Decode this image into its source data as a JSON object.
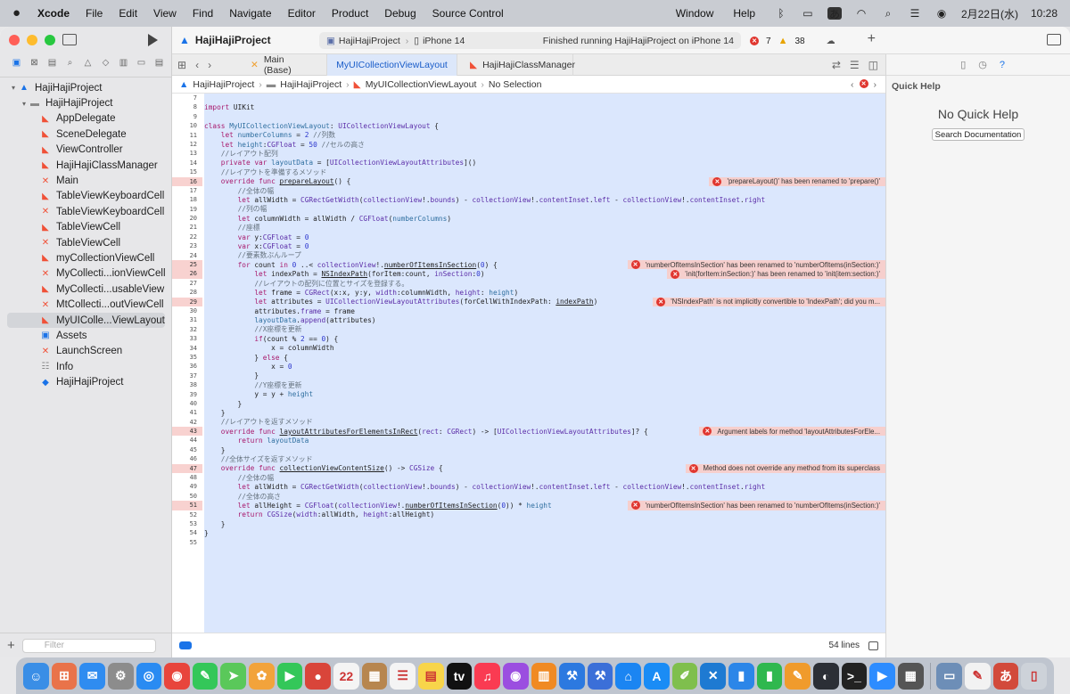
{
  "menubar": {
    "app": "Xcode",
    "items": [
      "File",
      "Edit",
      "View",
      "Find",
      "Navigate",
      "Editor",
      "Product",
      "Debug",
      "Source Control"
    ],
    "window": "Window",
    "help": "Help",
    "input_source": "あ",
    "date": "2月22日(水)",
    "time": "10:28"
  },
  "toolbar": {
    "project": "HajiHajiProject",
    "scheme": "HajiHajiProject",
    "device": "iPhone 14",
    "status": "Finished running HajiHajiProject on iPhone 14",
    "errors": "7",
    "warnings": "38"
  },
  "sidebar": {
    "items": [
      {
        "label": "HajiHajiProject",
        "icon": "app-icon",
        "level": 0,
        "disc": "▾"
      },
      {
        "label": "HajiHajiProject",
        "icon": "folder-icon",
        "level": 1,
        "disc": "▾"
      },
      {
        "label": "AppDelegate",
        "icon": "swift-icon",
        "level": 2
      },
      {
        "label": "SceneDelegate",
        "icon": "swift-icon",
        "level": 2
      },
      {
        "label": "ViewController",
        "icon": "swift-icon",
        "level": 2
      },
      {
        "label": "HajiHajiClassManager",
        "icon": "swift-icon",
        "level": 2
      },
      {
        "label": "Main",
        "icon": "storyboard-icon",
        "level": 2
      },
      {
        "label": "TableViewKeyboardCell",
        "icon": "swift-icon",
        "level": 2
      },
      {
        "label": "TableViewKeyboardCell",
        "icon": "storyboard-icon",
        "level": 2
      },
      {
        "label": "TableViewCell",
        "icon": "swift-icon",
        "level": 2
      },
      {
        "label": "TableViewCell",
        "icon": "storyboard-icon",
        "level": 2
      },
      {
        "label": "myCollectionViewCell",
        "icon": "swift-icon",
        "level": 2
      },
      {
        "label": "MyCollecti...ionViewCell",
        "icon": "storyboard-icon",
        "level": 2
      },
      {
        "label": "MyCollecti...usableView",
        "icon": "swift-icon",
        "level": 2
      },
      {
        "label": "MtCollecti...outViewCell",
        "icon": "storyboard-icon",
        "level": 2
      },
      {
        "label": "MyUIColle...ViewLayout",
        "icon": "swift-icon",
        "level": 2,
        "selected": true
      },
      {
        "label": "Assets",
        "icon": "assets-icon",
        "level": 2
      },
      {
        "label": "LaunchScreen",
        "icon": "storyboard-icon",
        "level": 2
      },
      {
        "label": "Info",
        "icon": "plist-icon",
        "level": 2
      },
      {
        "label": "HajiHajiProject",
        "icon": "target-icon",
        "level": 2
      }
    ],
    "filter_placeholder": "Filter"
  },
  "tabs": [
    {
      "label": "Main (Base)",
      "icon": "storyboard-icon"
    },
    {
      "label": "MyUICollectionViewLayout",
      "icon": "swift-icon",
      "active": true
    },
    {
      "label": "HajiHajiClassManager",
      "icon": "swift-icon"
    }
  ],
  "breadcrumb": [
    "HajiHajiProject",
    "HajiHajiProject",
    "MyUICollectionViewLayout",
    "No Selection"
  ],
  "editor": {
    "lines": [
      {
        "n": "7",
        "html": ""
      },
      {
        "n": "8",
        "html": "<span class='kw'>import</span> UIKit"
      },
      {
        "n": "9",
        "html": ""
      },
      {
        "n": "10",
        "html": "<span class='kw'>class</span> <span class='fn'>MyUICollectionViewLayout</span>: <span class='ty'>UICollectionViewLayout</span> {"
      },
      {
        "n": "11",
        "html": "    <span class='kw'>let</span> <span class='fn'>numberColumns</span> = <span class='num'>2</span> <span class='cm'>//列数</span>"
      },
      {
        "n": "12",
        "html": "    <span class='kw'>let</span> <span class='fn'>height</span>:<span class='ty'>CGFloat</span> = <span class='num'>50</span> <span class='cm'>//セルの高さ</span>"
      },
      {
        "n": "13",
        "html": "    <span class='cm'>//レイアウト配列</span>"
      },
      {
        "n": "14",
        "html": "    <span class='kw'>private var</span> <span class='fn'>layoutData</span> = [<span class='ty'>UICollectionViewLayoutAttributes</span>]()"
      },
      {
        "n": "15",
        "html": "    <span class='cm'>//レイアウトを準備するメソッド</span>"
      },
      {
        "n": "16",
        "html": "    <span class='kw'>override func</span> <u>prepareLayout</u>() {",
        "err": "'prepareLayout()' has been renamed to 'prepare()'"
      },
      {
        "n": "17",
        "html": "        <span class='cm'>//全体の幅</span>"
      },
      {
        "n": "18",
        "html": "        <span class='kw'>let</span> allWidth = <span class='ty'>CGRectGetWidth</span>(<span class='ty'>collectionView</span>!.<span class='ty'>bounds</span>) - <span class='ty'>collectionView</span>!.<span class='ty'>contentInset</span>.<span class='ty'>left</span> - <span class='ty'>collectionView</span>!.<span class='ty'>contentInset</span>.<span class='ty'>right</span>"
      },
      {
        "n": "19",
        "html": "        <span class='cm'>//列の幅</span>"
      },
      {
        "n": "20",
        "html": "        <span class='kw'>let</span> columnWidth = allWidth / <span class='ty'>CGFloat</span>(<span class='fn'>numberColumns</span>)"
      },
      {
        "n": "21",
        "html": "        <span class='cm'>//座標</span>"
      },
      {
        "n": "22",
        "html": "        <span class='kw'>var</span> y:<span class='ty'>CGFloat</span> = <span class='num'>0</span>"
      },
      {
        "n": "23",
        "html": "        <span class='kw'>var</span> x:<span class='ty'>CGFloat</span> = <span class='num'>0</span>"
      },
      {
        "n": "24",
        "html": "        <span class='cm'>//要素数ぶんループ</span>"
      },
      {
        "n": "25",
        "html": "        <span class='kw'>for</span> count <span class='kw'>in</span> <span class='num'>0</span> ..&lt; <span class='ty'>collectionView</span>!.<u>numberOfItemsInSection</u>(<span class='num'>0</span>) {",
        "err": "'numberOfItemsInSection' has been renamed to 'numberOfItems(inSection:)'"
      },
      {
        "n": "26",
        "html": "            <span class='kw'>let</span> indexPath = <u>NSIndexPath</u>(forItem:count, <span class='ty'>inSection</span>:<span class='num'>0</span>)",
        "err": "'init(forItem:inSection:)' has been renamed to 'init(item:section:)'"
      },
      {
        "n": "27",
        "html": "            <span class='cm'>//レイアウトの配列に位置とサイズを登録する。</span>"
      },
      {
        "n": "28",
        "html": "            <span class='kw'>let</span> frame = <span class='ty'>CGRect</span>(x:x, y:y, <span class='ty'>width</span>:columnWidth, <span class='ty'>height</span>: <span class='fn'>height</span>)"
      },
      {
        "n": "29",
        "html": "            <span class='kw'>let</span> attributes = <span class='ty'>UICollectionViewLayoutAttributes</span>(forCellWithIndexPath: <u>indexPath</u>)",
        "err": "'NSIndexPath' is not implicitly convertible to 'IndexPath'; did you m..."
      },
      {
        "n": "30",
        "html": "            attributes.<span class='ty'>frame</span> = frame"
      },
      {
        "n": "31",
        "html": "            <span class='fn'>layoutData</span>.<span class='ty'>append</span>(attributes)"
      },
      {
        "n": "32",
        "html": "            <span class='cm'>//X座標を更新</span>"
      },
      {
        "n": "33",
        "html": "            <span class='kw'>if</span>(count % <span class='num'>2</span> == <span class='num'>0</span>) {"
      },
      {
        "n": "34",
        "html": "                x = columnWidth"
      },
      {
        "n": "35",
        "html": "            } <span class='kw'>else</span> {"
      },
      {
        "n": "36",
        "html": "                x = <span class='num'>0</span>"
      },
      {
        "n": "37",
        "html": "            }"
      },
      {
        "n": "38",
        "html": "            <span class='cm'>//Y座標を更新</span>"
      },
      {
        "n": "39",
        "html": "            y = y + <span class='fn'>height</span>"
      },
      {
        "n": "40",
        "html": "        }"
      },
      {
        "n": "41",
        "html": "    }"
      },
      {
        "n": "42",
        "html": "    <span class='cm'>//レイアウトを返すメソッド</span>"
      },
      {
        "n": "43",
        "html": "    <span class='kw'>override func</span> <u>layoutAttributesForElementsInRect</u>(<span class='ty'>rect</span>: <span class='ty'>CGRect</span>) -&gt; [<span class='ty'>UICollectionViewLayoutAttributes</span>]? {",
        "err": "Argument labels for method 'layoutAttributesForEle..."
      },
      {
        "n": "44",
        "html": "        <span class='kw'>return</span> <span class='fn'>layoutData</span>"
      },
      {
        "n": "45",
        "html": "    }"
      },
      {
        "n": "46",
        "html": "    <span class='cm'>//全体サイズを返すメソッド</span>"
      },
      {
        "n": "47",
        "html": "    <span class='kw'>override func</span> <u>collectionViewContentSize</u>() -&gt; <span class='ty'>CGSize</span> {",
        "err": "Method does not override any method from its superclass"
      },
      {
        "n": "48",
        "html": "        <span class='cm'>//全体の幅</span>"
      },
      {
        "n": "49",
        "html": "        <span class='kw'>let</span> allWidth = <span class='ty'>CGRectGetWidth</span>(<span class='ty'>collectionView</span>!.<span class='ty'>bounds</span>) - <span class='ty'>collectionView</span>!.<span class='ty'>contentInset</span>.<span class='ty'>left</span> - <span class='ty'>collectionView</span>!.<span class='ty'>contentInset</span>.<span class='ty'>right</span>"
      },
      {
        "n": "50",
        "html": "        <span class='cm'>//全体の高さ</span>"
      },
      {
        "n": "51",
        "html": "        <span class='kw'>let</span> allHeight = <span class='ty'>CGFloat</span>(<span class='ty'>collectionView</span>!.<u>numberOfItemsInSection</u>(<span class='num'>0</span>)) * <span class='fn'>height</span>",
        "err": "'numberOfItemsInSection' has been renamed to 'numberOfItems(inSection:)'"
      },
      {
        "n": "52",
        "html": "        <span class='kw'>return</span> <span class='ty'>CGSize</span>(<span class='ty'>width</span>:allWidth, <span class='ty'>height</span>:allHeight)"
      },
      {
        "n": "53",
        "html": "    }"
      },
      {
        "n": "54",
        "html": "}"
      },
      {
        "n": "55",
        "html": ""
      }
    ],
    "line_count": "54 lines"
  },
  "inspector": {
    "title": "Quick Help",
    "empty": "No Quick Help",
    "search_button": "Search Documentation"
  },
  "dock": [
    {
      "name": "finder-icon",
      "color": "#3a8ee6",
      "g": "☺"
    },
    {
      "name": "launchpad-icon",
      "color": "#e9734a",
      "g": "⊞"
    },
    {
      "name": "mail-icon",
      "color": "#2f8cf0",
      "g": "✉"
    },
    {
      "name": "settings-icon",
      "color": "#8c8c8c",
      "g": "⚙"
    },
    {
      "name": "safari-icon",
      "color": "#2a8bf2",
      "g": "◎"
    },
    {
      "name": "chrome-icon",
      "color": "#e8453c",
      "g": "◉"
    },
    {
      "name": "messages-icon",
      "color": "#34c759",
      "g": "✎"
    },
    {
      "name": "maps-icon",
      "color": "#5ac85a",
      "g": "➤"
    },
    {
      "name": "photos-icon",
      "color": "#f2a33b",
      "g": "✿"
    },
    {
      "name": "facetime-icon",
      "color": "#34c759",
      "g": "▶"
    },
    {
      "name": "photobooth-icon",
      "color": "#d9453a",
      "g": "●"
    },
    {
      "name": "calendar-icon",
      "color": "#f4f4f4",
      "g": "22"
    },
    {
      "name": "notes-brown-icon",
      "color": "#b7864f",
      "g": "▦"
    },
    {
      "name": "reminders-icon",
      "color": "#f4f4f4",
      "g": "☰"
    },
    {
      "name": "notes-icon",
      "color": "#f8d54a",
      "g": "▤"
    },
    {
      "name": "appletv-icon",
      "color": "#111111",
      "g": "tv"
    },
    {
      "name": "music-icon",
      "color": "#fa3b52",
      "g": "♫"
    },
    {
      "name": "podcasts-icon",
      "color": "#9b4ee0",
      "g": "◉"
    },
    {
      "name": "books-icon",
      "color": "#f08a23",
      "g": "▥"
    },
    {
      "name": "xcode-icon",
      "color": "#2c79e0",
      "g": "⚒"
    },
    {
      "name": "instruments-icon",
      "color": "#3b6fd8",
      "g": "⚒"
    },
    {
      "name": "xcode-alt-icon",
      "color": "#1b85f2",
      "g": "⌂"
    },
    {
      "name": "appstore-icon",
      "color": "#1a8cf5",
      "g": "A"
    },
    {
      "name": "coteditor-icon",
      "color": "#7fbf4d",
      "g": "✐"
    },
    {
      "name": "vscode-icon",
      "color": "#1e7ad2",
      "g": "✕"
    },
    {
      "name": "keynote-icon",
      "color": "#2c86e8",
      "g": "▮"
    },
    {
      "name": "numbers-icon",
      "color": "#2fb84e",
      "g": "▮"
    },
    {
      "name": "pages-icon",
      "color": "#f09b2c",
      "g": "✎"
    },
    {
      "name": "github-icon",
      "color": "#2b2f36",
      "g": "◐"
    },
    {
      "name": "terminal-icon",
      "color": "#222222",
      "g": ">_"
    },
    {
      "name": "zoom-icon",
      "color": "#2d8cff",
      "g": "▶"
    },
    {
      "name": "calculator-icon",
      "color": "#555555",
      "g": "▦"
    },
    {
      "name": "preview-icon",
      "color": "#6d8eb7",
      "g": "▭"
    },
    {
      "name": "textedit-icon",
      "color": "#f2f2f2",
      "g": "✎"
    },
    {
      "name": "kotoeri-icon",
      "color": "#d24a3b",
      "g": "あ"
    },
    {
      "name": "trash-icon",
      "color": "#cdd2d9",
      "g": "▯"
    }
  ]
}
